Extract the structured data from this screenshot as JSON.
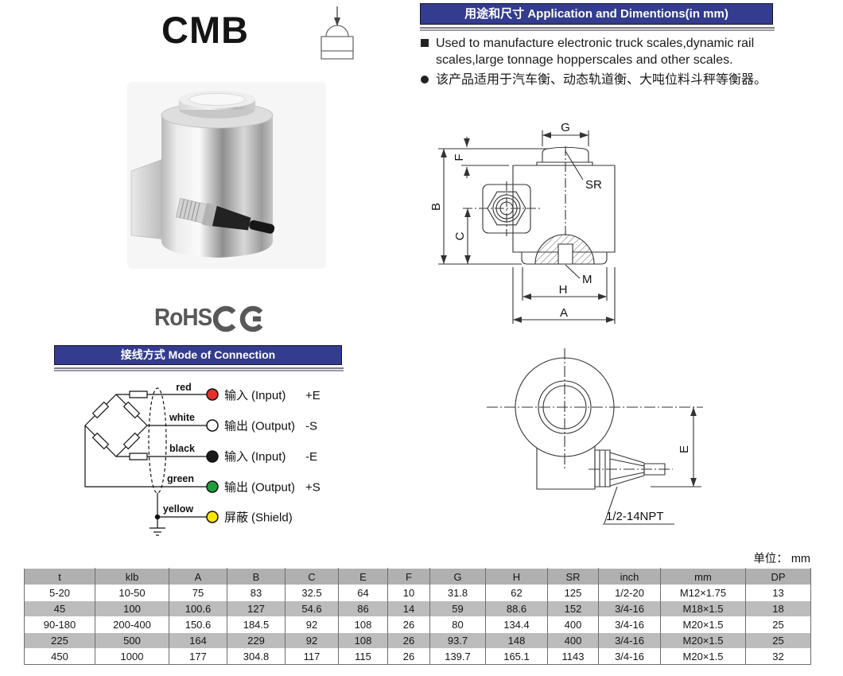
{
  "product": {
    "title": "CMB"
  },
  "sections": {
    "application": {
      "title": "用途和尺寸 Application and Dimentions(in mm)",
      "bullet_en": "Used to manufacture electronic truck scales,dynamic rail scales,large tonnage hopperscales and other scales.",
      "bullet_cn": "该产品适用于汽车衡、动态轨道衡、大吨位料斗秤等衡器。"
    },
    "connection": {
      "title": "接线方式 Mode of Connection"
    }
  },
  "certs": {
    "rohs": "RoHS",
    "ce": "CE"
  },
  "connection": {
    "wires": [
      {
        "name": "red",
        "hex": "#e5312b",
        "cn": "输入",
        "en": "(Input)",
        "signal": "+E"
      },
      {
        "name": "white",
        "hex": "#ffffff",
        "cn": "输出",
        "en": "(Output)",
        "signal": "-S"
      },
      {
        "name": "black",
        "hex": "#1a1a1a",
        "cn": "输入",
        "en": "(Input)",
        "signal": "-E"
      },
      {
        "name": "green",
        "hex": "#1f9e3c",
        "cn": "输出",
        "en": "(Output)",
        "signal": "+S"
      },
      {
        "name": "yellow",
        "hex": "#ffe400",
        "cn": "屏蔽",
        "en": "(Shield)",
        "signal": ""
      }
    ]
  },
  "drawings": {
    "side": {
      "g": "G",
      "f": "F",
      "sr": "SR",
      "b": "B",
      "c": "C",
      "m": "M",
      "h": "H",
      "a": "A"
    },
    "top": {
      "e": "E",
      "npt": "1/2-14NPT"
    }
  },
  "unit_note": "单位： mm",
  "table": {
    "columns": [
      "t",
      "klb",
      "A",
      "B",
      "C",
      "E",
      "F",
      "G",
      "H",
      "SR",
      "inch",
      "mm",
      "DP"
    ],
    "rows": [
      [
        "5-20",
        "10-50",
        "75",
        "83",
        "32.5",
        "64",
        "10",
        "31.8",
        "62",
        "125",
        "1/2-20",
        "M12×1.75",
        "13"
      ],
      [
        "45",
        "100",
        "100.6",
        "127",
        "54.6",
        "86",
        "14",
        "59",
        "88.6",
        "152",
        "3/4-16",
        "M18×1.5",
        "18"
      ],
      [
        "90-180",
        "200-400",
        "150.6",
        "184.5",
        "92",
        "108",
        "26",
        "80",
        "134.4",
        "400",
        "3/4-16",
        "M20×1.5",
        "25"
      ],
      [
        "225",
        "500",
        "164",
        "229",
        "92",
        "108",
        "26",
        "93.7",
        "148",
        "400",
        "3/4-16",
        "M20×1.5",
        "25"
      ],
      [
        "450",
        "1000",
        "177",
        "304.8",
        "117",
        "115",
        "26",
        "139.7",
        "165.1",
        "1143",
        "3/4-16",
        "M20×1.5",
        "32"
      ]
    ]
  }
}
